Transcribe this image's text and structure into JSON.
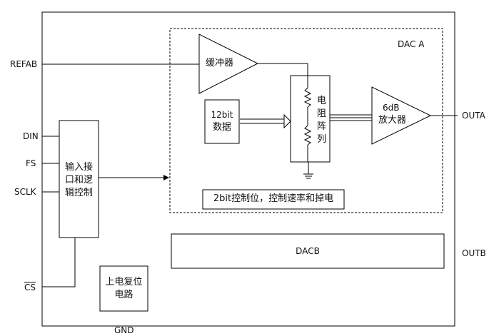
{
  "pins": {
    "refab": "REFAB",
    "din": "DIN",
    "fs": "FS",
    "sclk": "SCLK",
    "cs": "CS",
    "gnd": "GND",
    "outa": "OUTA",
    "outb": "OUTB"
  },
  "blocks": {
    "dac_a": "DAC A",
    "buffer": "缓冲器",
    "data_12bit_line1": "12bit",
    "data_12bit_line2": "数据",
    "resistor_array": [
      "电",
      "阻",
      "阵",
      "列"
    ],
    "amp_line1": "6dB",
    "amp_line2": "放大器",
    "input_iface": [
      "输入接",
      "口和逻",
      "辑控制"
    ],
    "control_bits": "2bit控制位，控制速率和掉电",
    "dacb": "DACB",
    "por": [
      "上电复位",
      "电路"
    ]
  },
  "colors": {
    "stroke": "#000000",
    "text": "#111111"
  }
}
